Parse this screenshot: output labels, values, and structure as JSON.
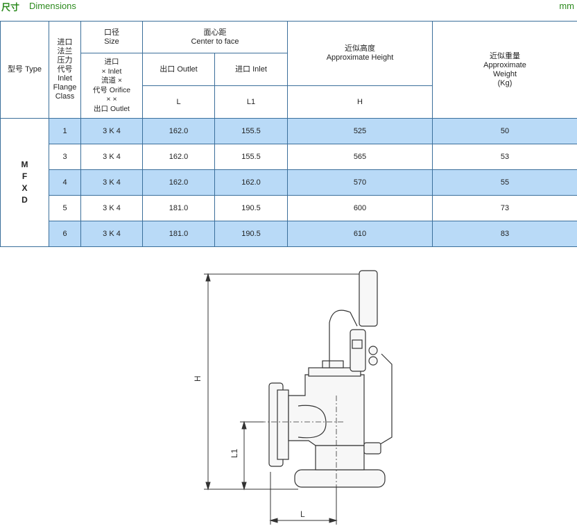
{
  "header": {
    "title_zh": "尺寸",
    "title_en": "Dimensions",
    "unit": "mm"
  },
  "table": {
    "col_type": "型号  Type",
    "col_class": "进口\n法兰\n压力\n代号\nInlet\nFlange\nClass",
    "col_size": "口径\nSize",
    "col_size_sub": "进口\n×  Inlet\n流道  ×\n代号 Orifice\n×     ×\n出口 Outlet",
    "col_ctf": "面心距\nCenter to face",
    "col_outlet": "出口 Outlet",
    "col_inlet": "进口 Inlet",
    "col_height": "近似高度\nApproximate Height",
    "col_weight": "近似重量\nApproximate\nWeight\n(Kg)",
    "sym_L": "L",
    "sym_L1": "L1",
    "sym_H": "H",
    "type_name": "M\nF\nX\nD",
    "rows": [
      {
        "cls": "1",
        "size": "3 K 4",
        "L": "162.0",
        "L1": "155.5",
        "H": "525",
        "W": "50"
      },
      {
        "cls": "3",
        "size": "3 K 4",
        "L": "162.0",
        "L1": "155.5",
        "H": "565",
        "W": "53"
      },
      {
        "cls": "4",
        "size": "3 K 4",
        "L": "162.0",
        "L1": "162.0",
        "H": "570",
        "W": "55"
      },
      {
        "cls": "5",
        "size": "3 K 4",
        "L": "181.0",
        "L1": "190.5",
        "H": "600",
        "W": "73"
      },
      {
        "cls": "6",
        "size": "3 K 4",
        "L": "181.0",
        "L1": "190.5",
        "H": "610",
        "W": "83"
      }
    ]
  },
  "drawing": {
    "label_H": "H",
    "label_L1": "L1",
    "label_L": "L"
  }
}
